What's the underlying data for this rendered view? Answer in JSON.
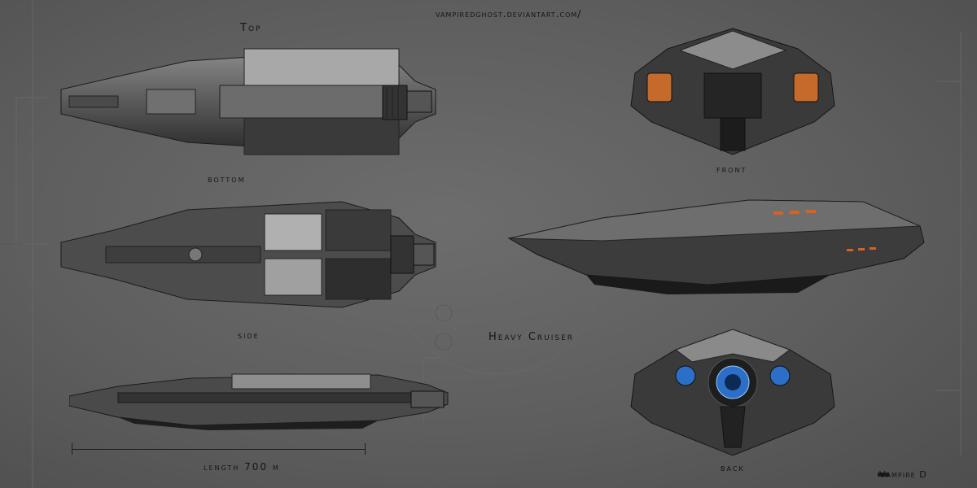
{
  "watermark_url": "vampiredghost.deviantart.com/",
  "views": {
    "top": "Top",
    "bottom": "bottom",
    "side": "side",
    "front": "front",
    "back": "back"
  },
  "ship_class": "Heavy Cruiser",
  "length_label": "length 700 m",
  "signature": "Vampire D",
  "colors": {
    "background": "#5f5f5f",
    "hull_light": "#9a9a9a",
    "hull_dark": "#2a2a2a",
    "accent_orange": "#d9621f",
    "engine_blue": "#3a7fd6"
  }
}
